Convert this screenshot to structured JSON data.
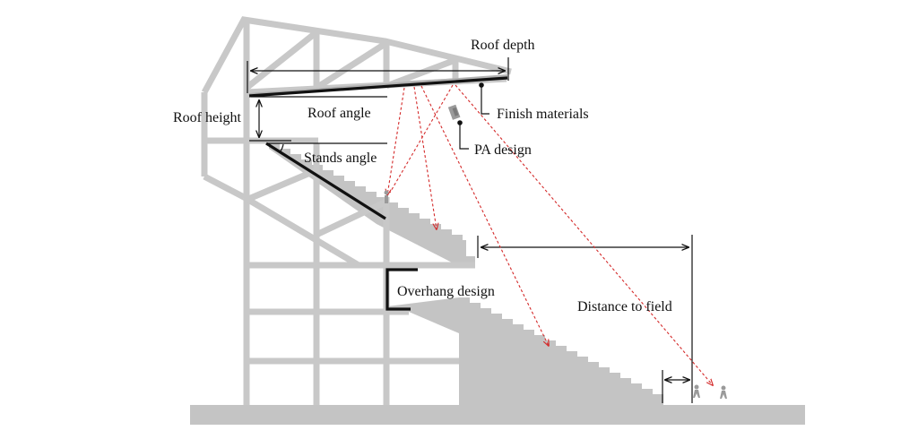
{
  "labels": {
    "roof_depth": "Roof depth",
    "roof_height": "Roof height",
    "roof_angle": "Roof angle",
    "finish_materials": "Finish materials",
    "pa_design": "PA design",
    "stands_angle": "Stands angle",
    "overhang_design": "Overhang design",
    "distance_to_field": "Distance to field"
  },
  "colors": {
    "structure": "#c8c8c8",
    "ground": "#c4c4c4",
    "annotation": "#111111",
    "sound_rays": "#d42a2a"
  },
  "icons": [
    "speaker-icon",
    "player-figure-icon"
  ]
}
